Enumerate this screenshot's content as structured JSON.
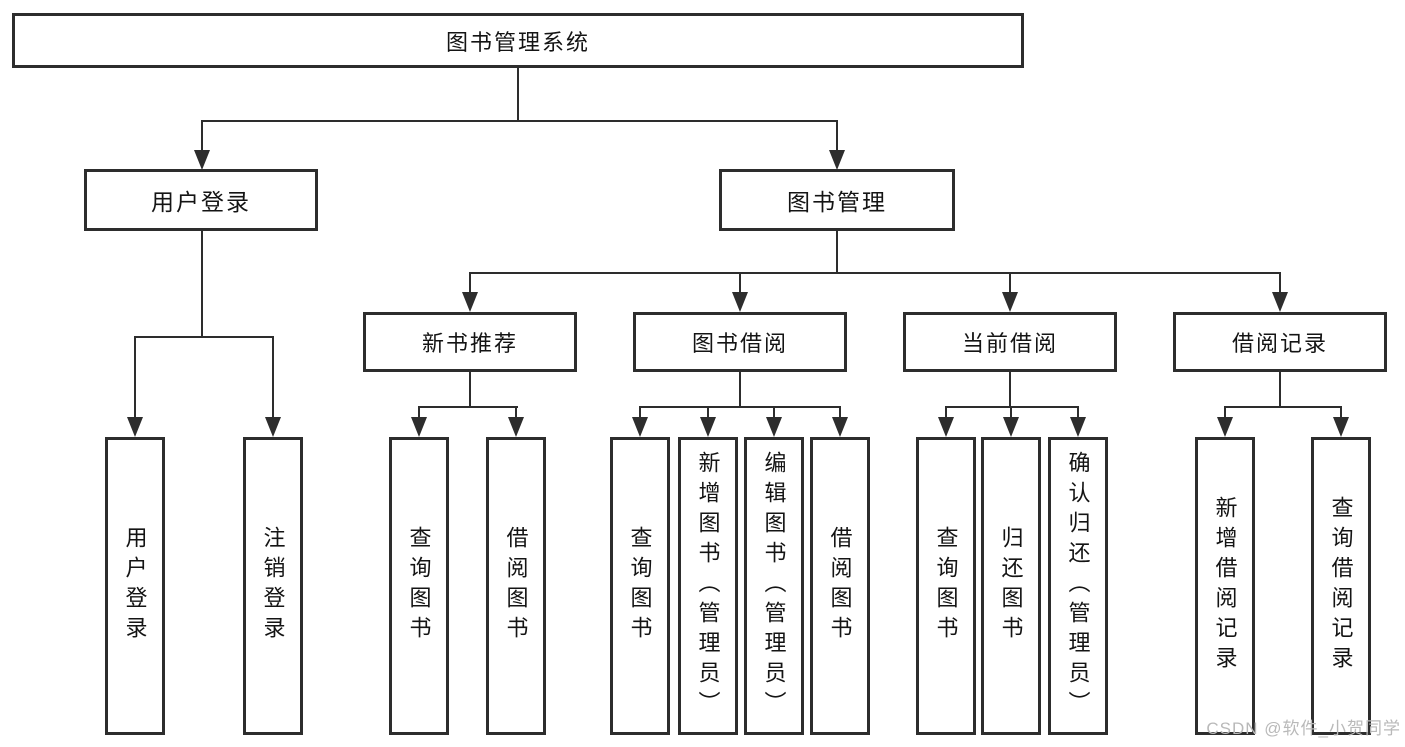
{
  "diagram": {
    "root": {
      "label": "图书管理系统"
    },
    "level2": {
      "user_login": {
        "label": "用户登录"
      },
      "book_mgmt": {
        "label": "图书管理"
      }
    },
    "level3": {
      "new_book": {
        "label": "新书推荐"
      },
      "book_borrow": {
        "label": "图书借阅"
      },
      "current_borrow": {
        "label": "当前借阅"
      },
      "borrow_record": {
        "label": "借阅记录"
      }
    },
    "leaves": {
      "user_login": {
        "login": "用户登录",
        "logout": "注销登录"
      },
      "new_book": {
        "query": "查询图书",
        "borrow": "借阅图书"
      },
      "book_borrow": {
        "query": "查询图书",
        "add": "新增图书（管理员）",
        "edit": "编辑图书（管理员）",
        "borrow": "借阅图书"
      },
      "current_borrow": {
        "query": "查询图书",
        "return": "归还图书",
        "confirm": "确认归还（管理员）"
      },
      "borrow_record": {
        "add": "新增借阅记录",
        "query": "查询借阅记录"
      }
    },
    "watermark": "CSDN @软件_小贺同学",
    "colors": {
      "line": "#2d2d2d",
      "text": "#141414",
      "watermark": "#b9b9b9",
      "background": "#ffffff"
    }
  }
}
